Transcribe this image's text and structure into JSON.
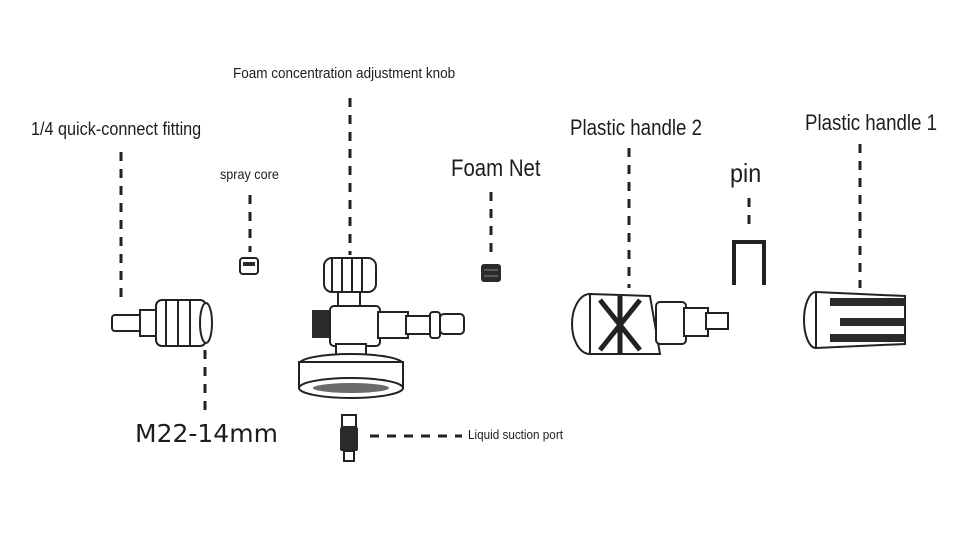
{
  "labels": {
    "knob": "Foam concentration adjustment knob",
    "quick_connect": "1/4 quick-connect fitting",
    "spray_core": "spray core",
    "foam_net": "Foam Net",
    "handle2": "Plastic handle 2",
    "pin": "pin",
    "handle1": "Plastic handle 1",
    "thread": "M22-14mm",
    "suction": "Liquid suction port"
  }
}
